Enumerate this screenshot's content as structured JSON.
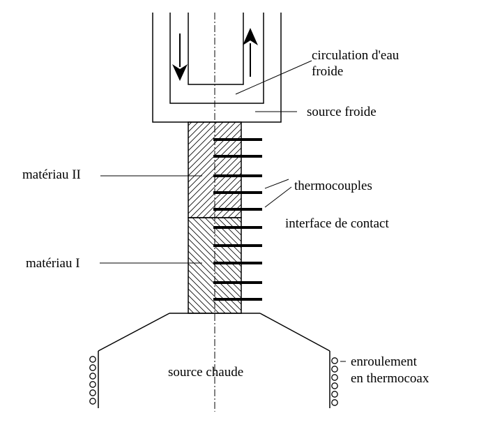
{
  "labels": {
    "water_circulation_line1": "circulation d'eau",
    "water_circulation_line2": "froide",
    "cold_source": "source froide",
    "material_2": "matériau II",
    "thermocouples": "thermocouples",
    "contact_interface": "interface de contact",
    "material_1": "matériau I",
    "hot_source": "source chaude",
    "winding_line1": "enroulement",
    "winding_line2": "en thermocoax"
  },
  "thermocouple_count": 10,
  "coil_turns_per_side": 6,
  "colors": {
    "ink": "#000000",
    "background": "#ffffff"
  }
}
